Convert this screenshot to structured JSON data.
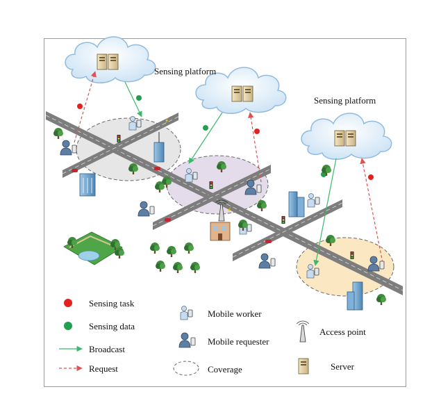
{
  "platforms": [
    {
      "label": "Sensing platform"
    },
    {
      "label": "Sensing platform"
    }
  ],
  "legend": {
    "sensing_task": "Sensing task",
    "sensing_data": "Sensing data",
    "broadcast": "Broadcast",
    "request": "Request",
    "mobile_worker": "Mobile worker",
    "mobile_requester": "Mobile requester",
    "coverage": "Coverage",
    "access_point": "Access point",
    "server": "Server"
  },
  "colors": {
    "task": "#e52020",
    "data": "#20a050",
    "broadcast_arrow": "#3cb86a",
    "request_arrow": "#e05050",
    "coverage_grey": "#e6e6e6",
    "coverage_purple": "#e4dcea",
    "coverage_yellow": "#fbe7c2",
    "road": "#7d7d7d"
  }
}
